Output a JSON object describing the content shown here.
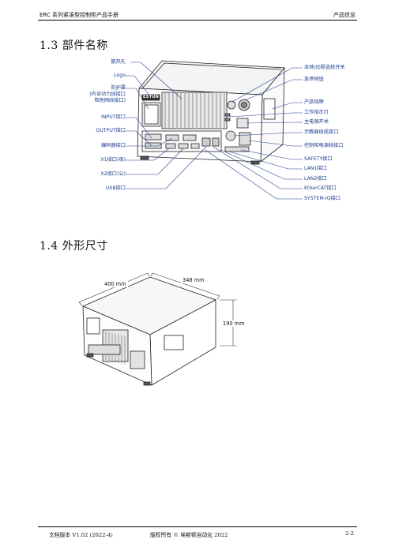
{
  "header": {
    "left": "ERC 系列紧凑型控制柜产品手册",
    "right": "产品信息"
  },
  "section_parts": {
    "title": "1.3  部件名称"
  },
  "parts_labels_left": [
    "散热孔",
    "Logo",
    "防护罩",
    "(内含动力线接口",
    "和拖网线接口)",
    "INPUT接口",
    "OUTPUT接口",
    "编码器接口",
    "X1接口(母)",
    "X2接口(公)",
    "USB接口"
  ],
  "parts_labels_right": [
    "本地/远程选择开关",
    "急停按钮",
    "产品铭牌",
    "工作指示灯",
    "主电源开关",
    "示教器线缆接口",
    "控制柜电源线接口",
    "SAFETY接口",
    "LAN1接口",
    "LAN2接口",
    "EtherCAT接口",
    "SYSTEM-IO接口"
  ],
  "device_logo": "ESTUN",
  "section_dims": {
    "title": "1.4  外形尺寸"
  },
  "dimensions": {
    "length": "400 mm",
    "width": "348 mm",
    "height": "190 mm"
  },
  "footer": {
    "version": "文档版本  V1.02 (2022-4)",
    "copyright": "版权所有 ©  埃斯顿自动化  2022",
    "page": "2-2"
  }
}
